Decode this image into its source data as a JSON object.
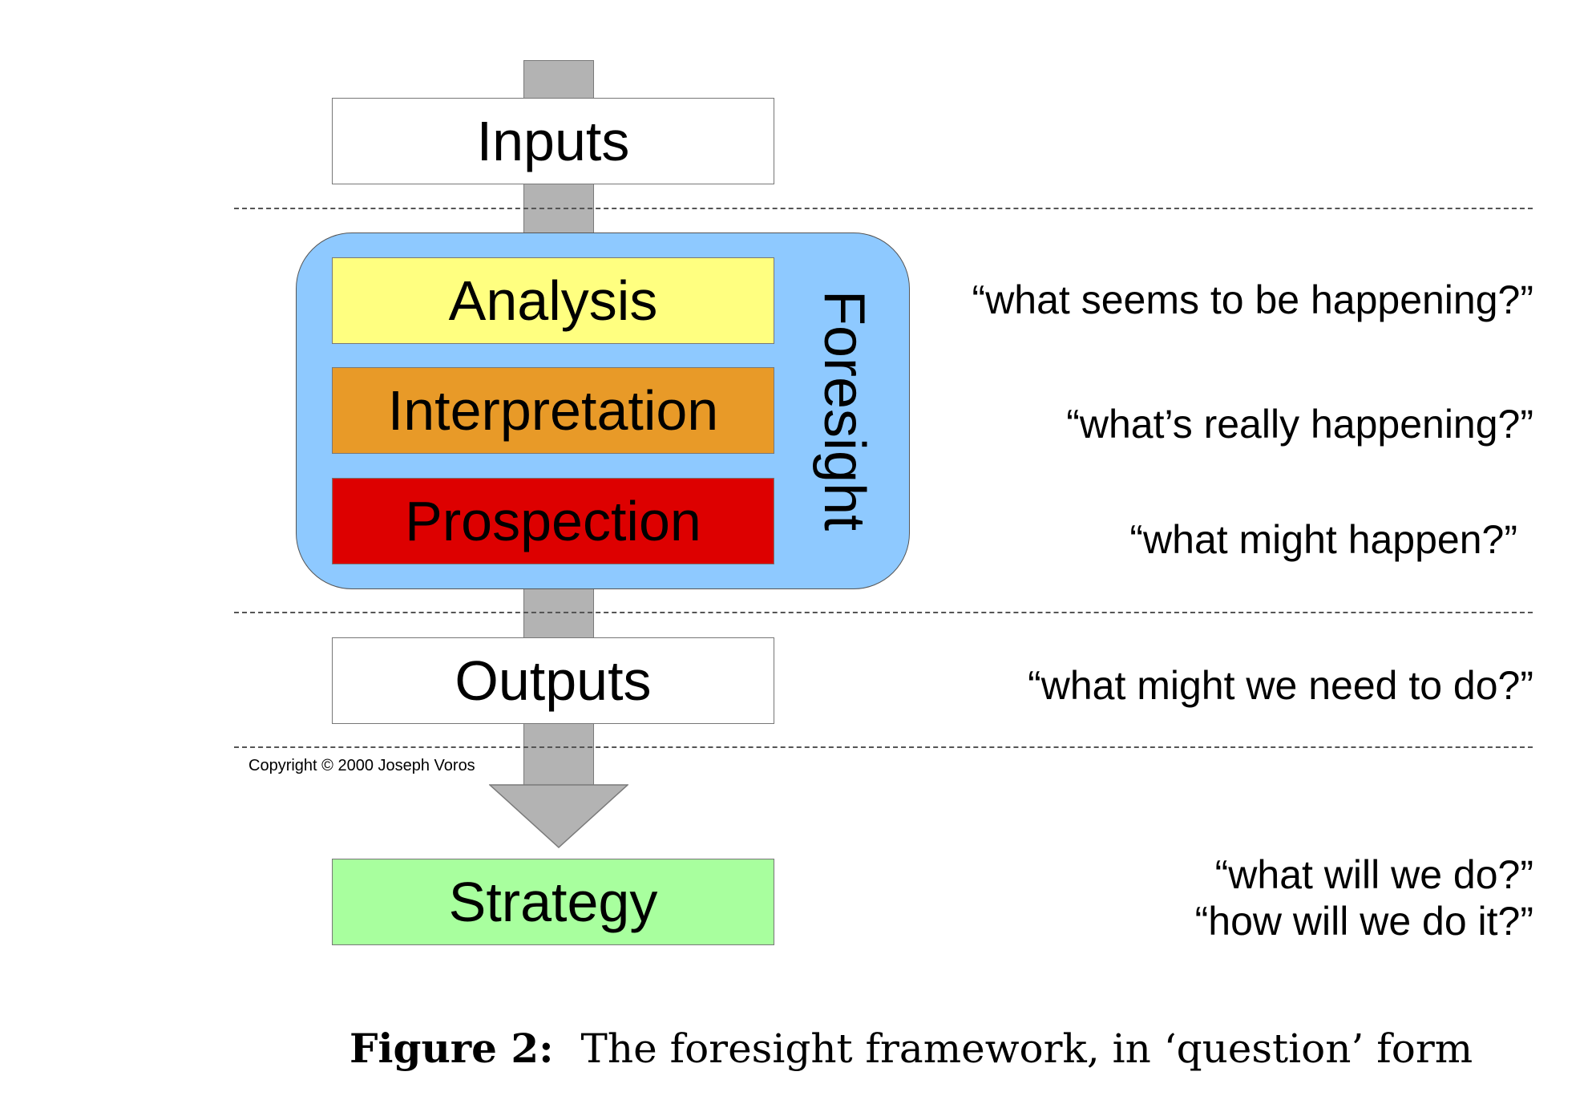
{
  "boxes": {
    "inputs": "Inputs",
    "analysis": "Analysis",
    "interpretation": "Interpretation",
    "prospection": "Prospection",
    "outputs": "Outputs",
    "strategy": "Strategy"
  },
  "foresight_label": "Foresight",
  "questions": {
    "analysis": "“what seems to be happening?”",
    "interpretation": "“what’s really happening?”",
    "prospection": "“what might happen?”",
    "outputs": "“what might we need to do?”",
    "strategy_line1": "“what will we do?”",
    "strategy_line2": "“how will we do it?”"
  },
  "copyright": "Copyright © 2000 Joseph Voros",
  "caption": {
    "label": "Figure 2:",
    "text": "The foresight framework, in ‘question’ form"
  },
  "colors": {
    "inputs": "#ffffff",
    "analysis": "#ffff80",
    "interpretation": "#e89a28",
    "prospection": "#dd0000",
    "outputs": "#ffffff",
    "strategy": "#a8ff9e",
    "foresight_panel": "#8ec9ff",
    "arrow": "#b3b3b3"
  }
}
